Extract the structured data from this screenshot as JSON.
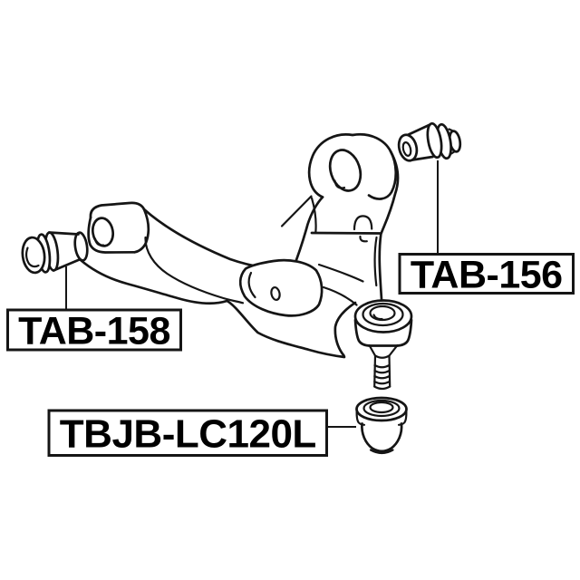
{
  "theme": {
    "background": "#ffffff",
    "line_color": "#151515",
    "label_text_color": "#000000"
  },
  "diagram": {
    "type": "exploded-parts-line-drawing",
    "subject": "front lower suspension control arm with bushings, ball joint and dust boot",
    "labels": [
      {
        "part_code": "TAB-156",
        "target": "rear-arm-bushing"
      },
      {
        "part_code": "TAB-158",
        "target": "front-arm-bushing"
      },
      {
        "part_code": "TBJB-LC120L",
        "target": "ball-joint-dust-boot"
      }
    ]
  }
}
